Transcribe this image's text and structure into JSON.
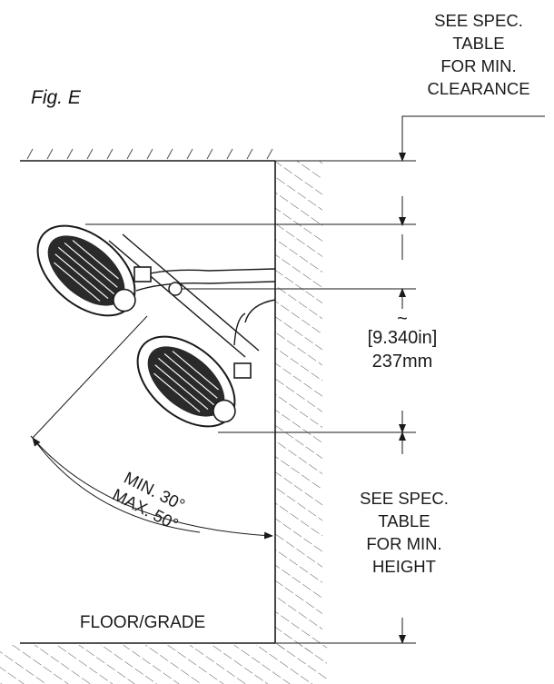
{
  "figure_label": "Fig. E",
  "top_note": [
    "SEE SPEC.",
    "TABLE",
    "FOR MIN.",
    "CLEARANCE"
  ],
  "offset_dimension": {
    "approx_symbol": "~",
    "imperial": "[9.340in]",
    "metric": "237mm"
  },
  "height_note": [
    "SEE SPEC.",
    "TABLE",
    "FOR MIN.",
    "HEIGHT"
  ],
  "angle_note": [
    "MIN. 30°",
    "MAX. 50°"
  ],
  "floor_label": "FLOOR/GRADE",
  "colors": {
    "line": "#1a1a1a",
    "hatch": "#555555",
    "heater_fill": "#2a2a2a"
  }
}
